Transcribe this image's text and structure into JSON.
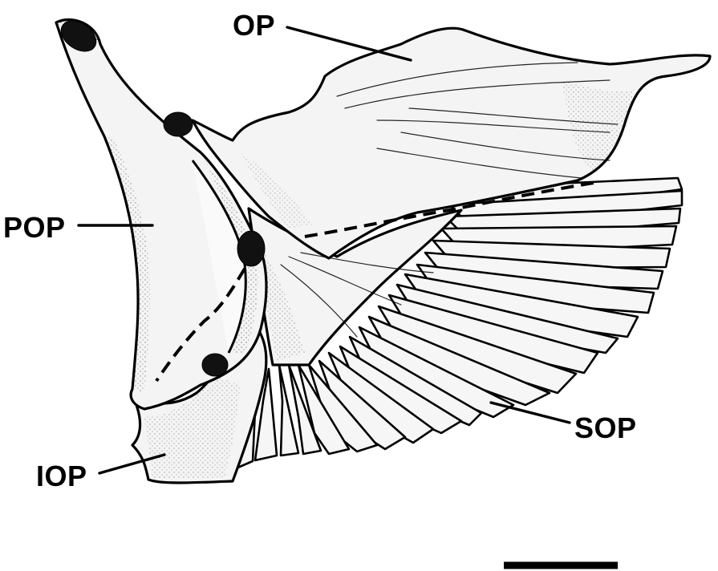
{
  "labels": {
    "op": "OP",
    "pop": "POP",
    "sop": "SOP",
    "iop": "IOP"
  }
}
